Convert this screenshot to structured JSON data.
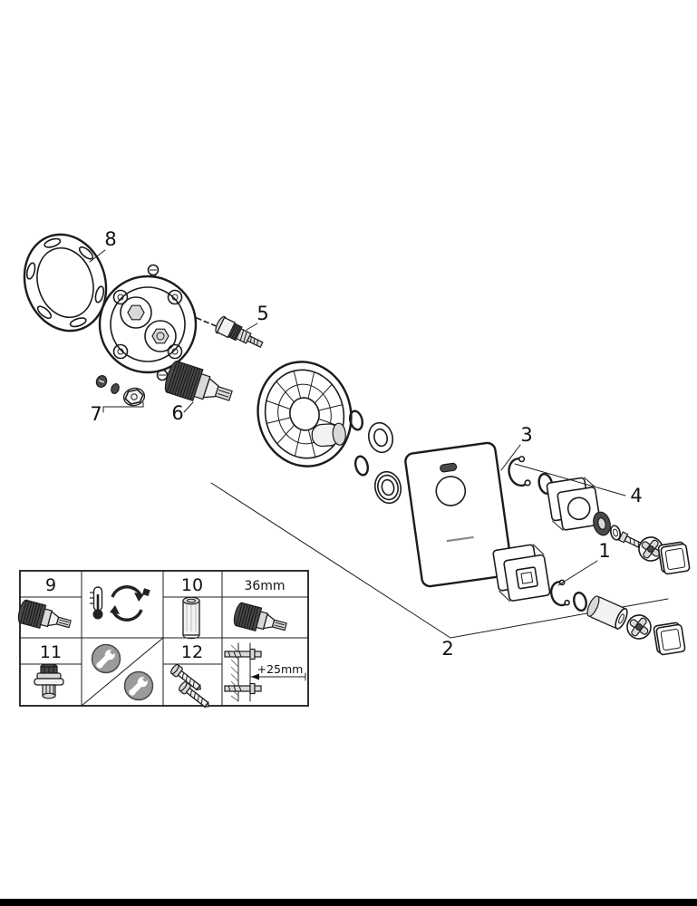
{
  "diagram": {
    "type": "exploded-parts-diagram",
    "callouts": {
      "handle_assembly": "1",
      "wall_plane": "2",
      "cover_plate": "3",
      "diverter_parts": "4",
      "shutoff_cartridge": "5",
      "thermostat_cartridge": "6",
      "plug_set": "7",
      "gasket": "8"
    },
    "legend": {
      "thermostat_cartridge_cell": "9",
      "extension_cell": "10",
      "shutoff_valve_cell": "11",
      "screws_cell": "12",
      "cartridge_size": "36mm",
      "install_depth": "+25mm"
    },
    "colors": {
      "line": "#1c1c1c",
      "dark_fill": "#4a4a4a",
      "light_fill": "#f2f2f2",
      "footer_bar": "#000000",
      "background": "#ffffff"
    }
  }
}
